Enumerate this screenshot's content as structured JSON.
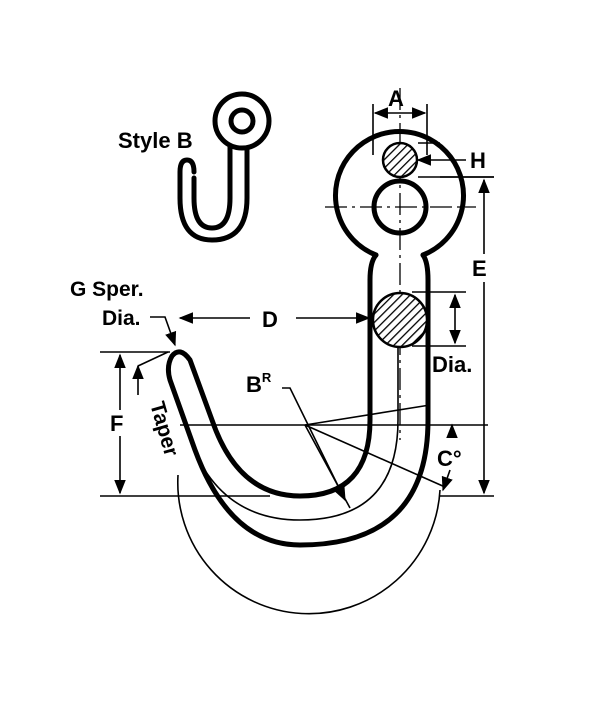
{
  "figure": {
    "labels": {
      "style_b": "Style B",
      "a": "A",
      "h": "H",
      "e": "E",
      "d": "D",
      "g_line1": "G Sper.",
      "g_line2": "Dia.",
      "dia": "Dia.",
      "b": "B",
      "b_sup": "R",
      "f": "F",
      "taper": "Taper",
      "c": "C°"
    }
  }
}
